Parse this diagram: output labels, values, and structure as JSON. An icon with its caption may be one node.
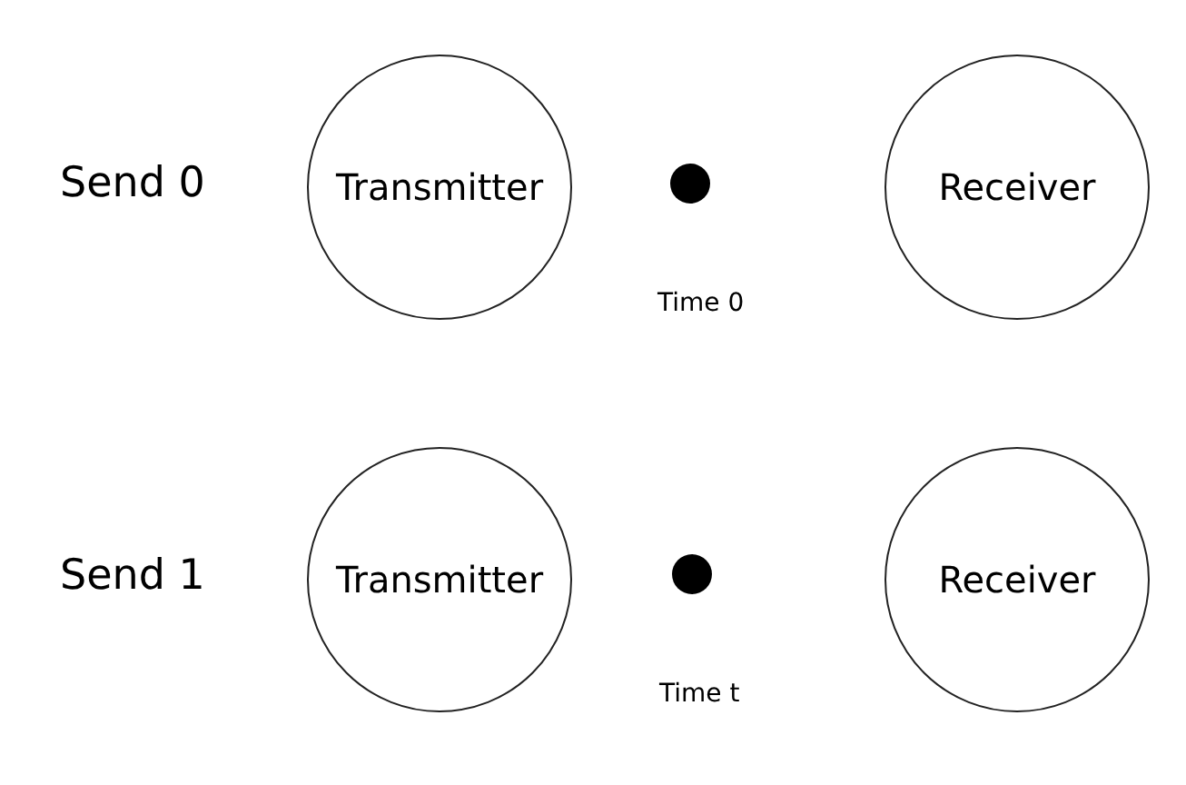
{
  "diagram": {
    "nodes": [
      {
        "text": [
          "Transmitter"
        ]
      },
      {
        "text": [],
        "shape": "circle",
        "beside": [
          "Time 0"
        ]
      },
      {
        "text": [
          "Receiver"
        ]
      },
      {
        "text": [
          "Transmitter"
        ]
      },
      {
        "text": [],
        "shape": "circle",
        "beside": [
          "Time t"
        ]
      },
      {
        "text": [
          "Receiver"
        ]
      }
    ],
    "labels": [
      "Send 0",
      "Send 1"
    ]
  }
}
